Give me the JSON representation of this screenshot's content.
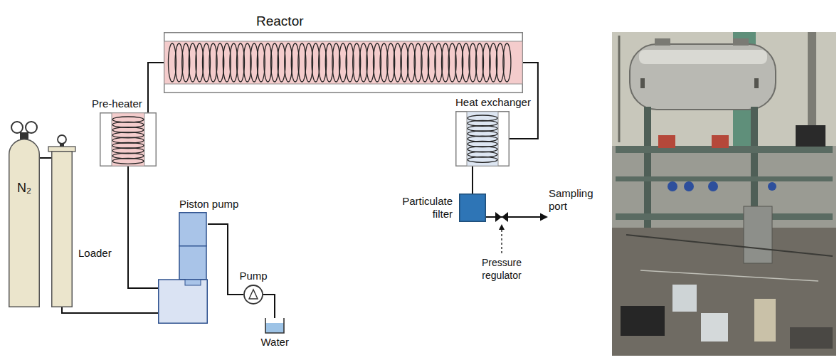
{
  "diagram": {
    "nodes": [
      {
        "text": [
          "Reactor"
        ]
      },
      {
        "text": [
          "Pre-heater"
        ]
      },
      {
        "text": [
          "Heat exchanger"
        ]
      },
      {
        "text": [
          "N₂"
        ]
      },
      {
        "text": [
          "Loader"
        ]
      },
      {
        "text": [
          "Piston pump"
        ]
      },
      {
        "text": [
          "Particulate filter"
        ]
      },
      {
        "text": [
          "Pump"
        ]
      },
      {
        "text": [
          "Water"
        ]
      }
    ],
    "edges": [
      {
        "from": 3,
        "to": 4,
        "arrow": "none"
      },
      {
        "from": 4,
        "to": 5,
        "arrow": "none"
      },
      {
        "from": 8,
        "to": 7,
        "arrow": "none"
      },
      {
        "from": 7,
        "to": 5,
        "arrow": "none"
      },
      {
        "from": 5,
        "to": 1,
        "arrow": "none"
      },
      {
        "from": 1,
        "to": 0,
        "arrow": "none"
      },
      {
        "from": 0,
        "to": 2,
        "arrow": "none"
      },
      {
        "from": 2,
        "to": 6,
        "arrow": "none"
      }
    ],
    "labels": [
      "Sampling port",
      "Pressure regulator"
    ]
  }
}
